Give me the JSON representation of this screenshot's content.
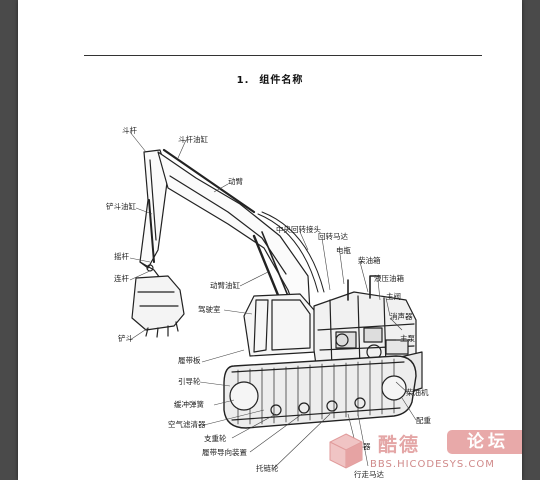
{
  "section": {
    "number": "1.",
    "title": "组件名称"
  },
  "labels": {
    "dougan": "斗杆",
    "dougan_cyl": "斗杆油缸",
    "dongbi": "动臂",
    "chandou_cyl": "铲斗油缸",
    "zhongyang": "中央回转接头",
    "huizhuan_motor": "回转马达",
    "dianping": "电瓶",
    "yaogan": "摇杆",
    "lianjian": "连杆",
    "chaiyou_xiang": "柴油箱",
    "yeya_xiang": "液压油箱",
    "dongbi_cyl": "动臂油缸",
    "zhufa": "主阀",
    "jiashishi": "驾驶室",
    "xiaoshengqi": "消声器",
    "chandou": "铲斗",
    "zhubeng": "主泵",
    "lvdaiban": "履带板",
    "yinxianglun": "引导轮",
    "huanchong": "缓冲弹簧",
    "kongqi": "空气滤清器",
    "chaiyouji": "柴油机",
    "peizhong": "配重",
    "zhichonglun": "支重轮",
    "lvdai_guide": "履带导向装置",
    "tuoliaolun": "托链轮",
    "sanreqi": "散热器",
    "xingzou_motor": "行走马达"
  },
  "watermark": {
    "brand": "酷德",
    "badge": "论坛",
    "url": "BBS.HICODESYS.COM"
  }
}
